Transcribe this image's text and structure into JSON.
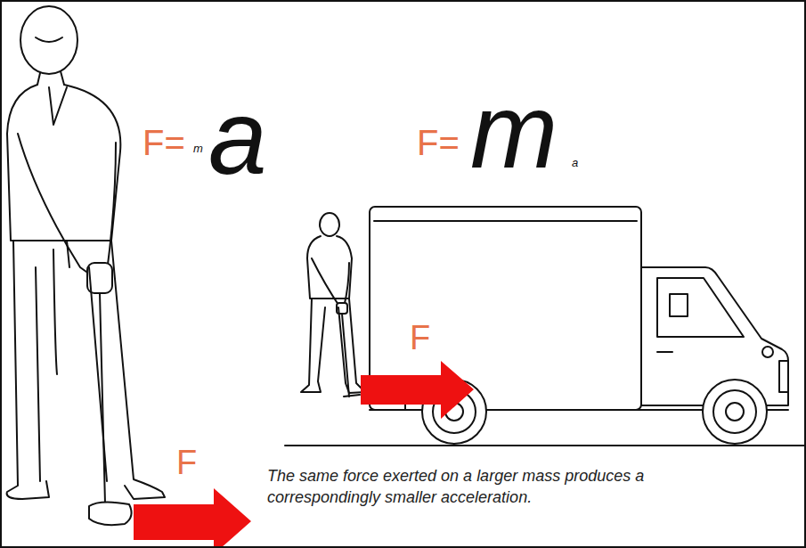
{
  "diagram": {
    "caption": "The same force exerted on a larger mass produces a correspondingly smaller acceleration.",
    "labels": [
      "F=",
      "m",
      "a",
      "F=",
      "m",
      "a",
      "F",
      "F"
    ]
  }
}
